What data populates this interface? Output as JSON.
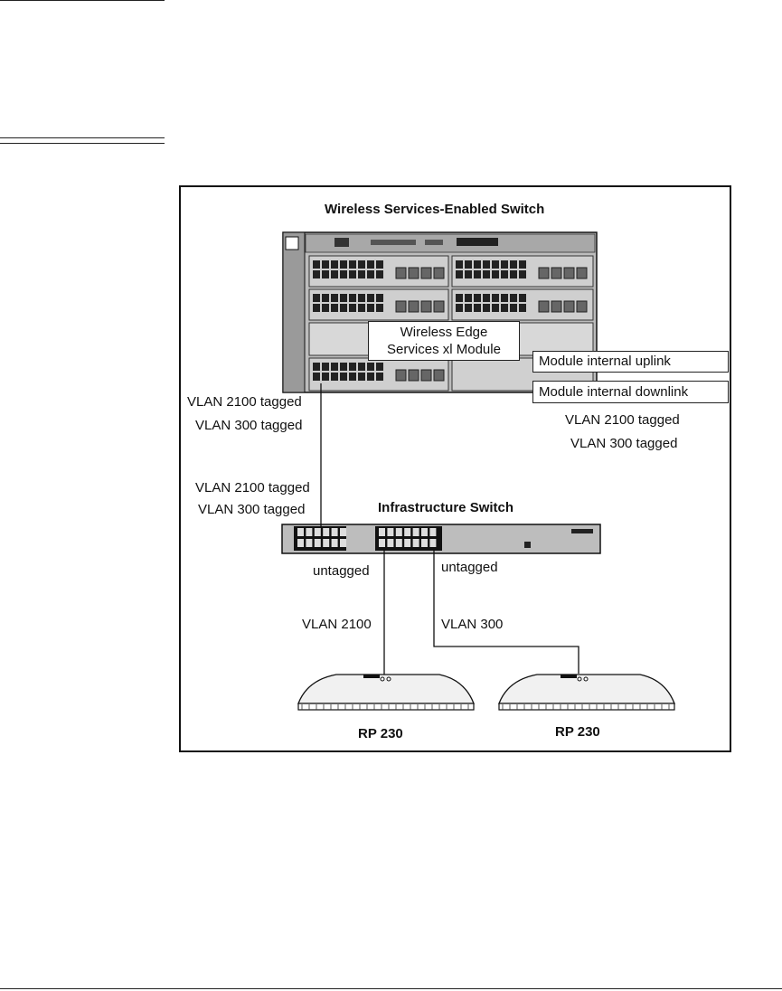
{
  "diagram": {
    "title": "Wireless Services-Enabled Switch",
    "module_callout": [
      "Wireless Edge",
      "Services xl Module"
    ],
    "uplink_callout": "Module internal uplink",
    "downlink_callout": "Module internal downlink",
    "left_tags_upper": [
      "VLAN 2100 tagged",
      "VLAN 300 tagged"
    ],
    "right_tags": [
      "VLAN 2100 tagged",
      "VLAN 300 tagged"
    ],
    "left_tags_lower": [
      "VLAN 2100 tagged",
      "VLAN 300 tagged"
    ],
    "infrastructure_title": "Infrastructure Switch",
    "untagged_left": "untagged",
    "untagged_right": "untagged",
    "vlan_left": "VLAN 2100",
    "vlan_right": "VLAN 300",
    "ap_left_label": "RP 230",
    "ap_right_label": "RP 230"
  }
}
